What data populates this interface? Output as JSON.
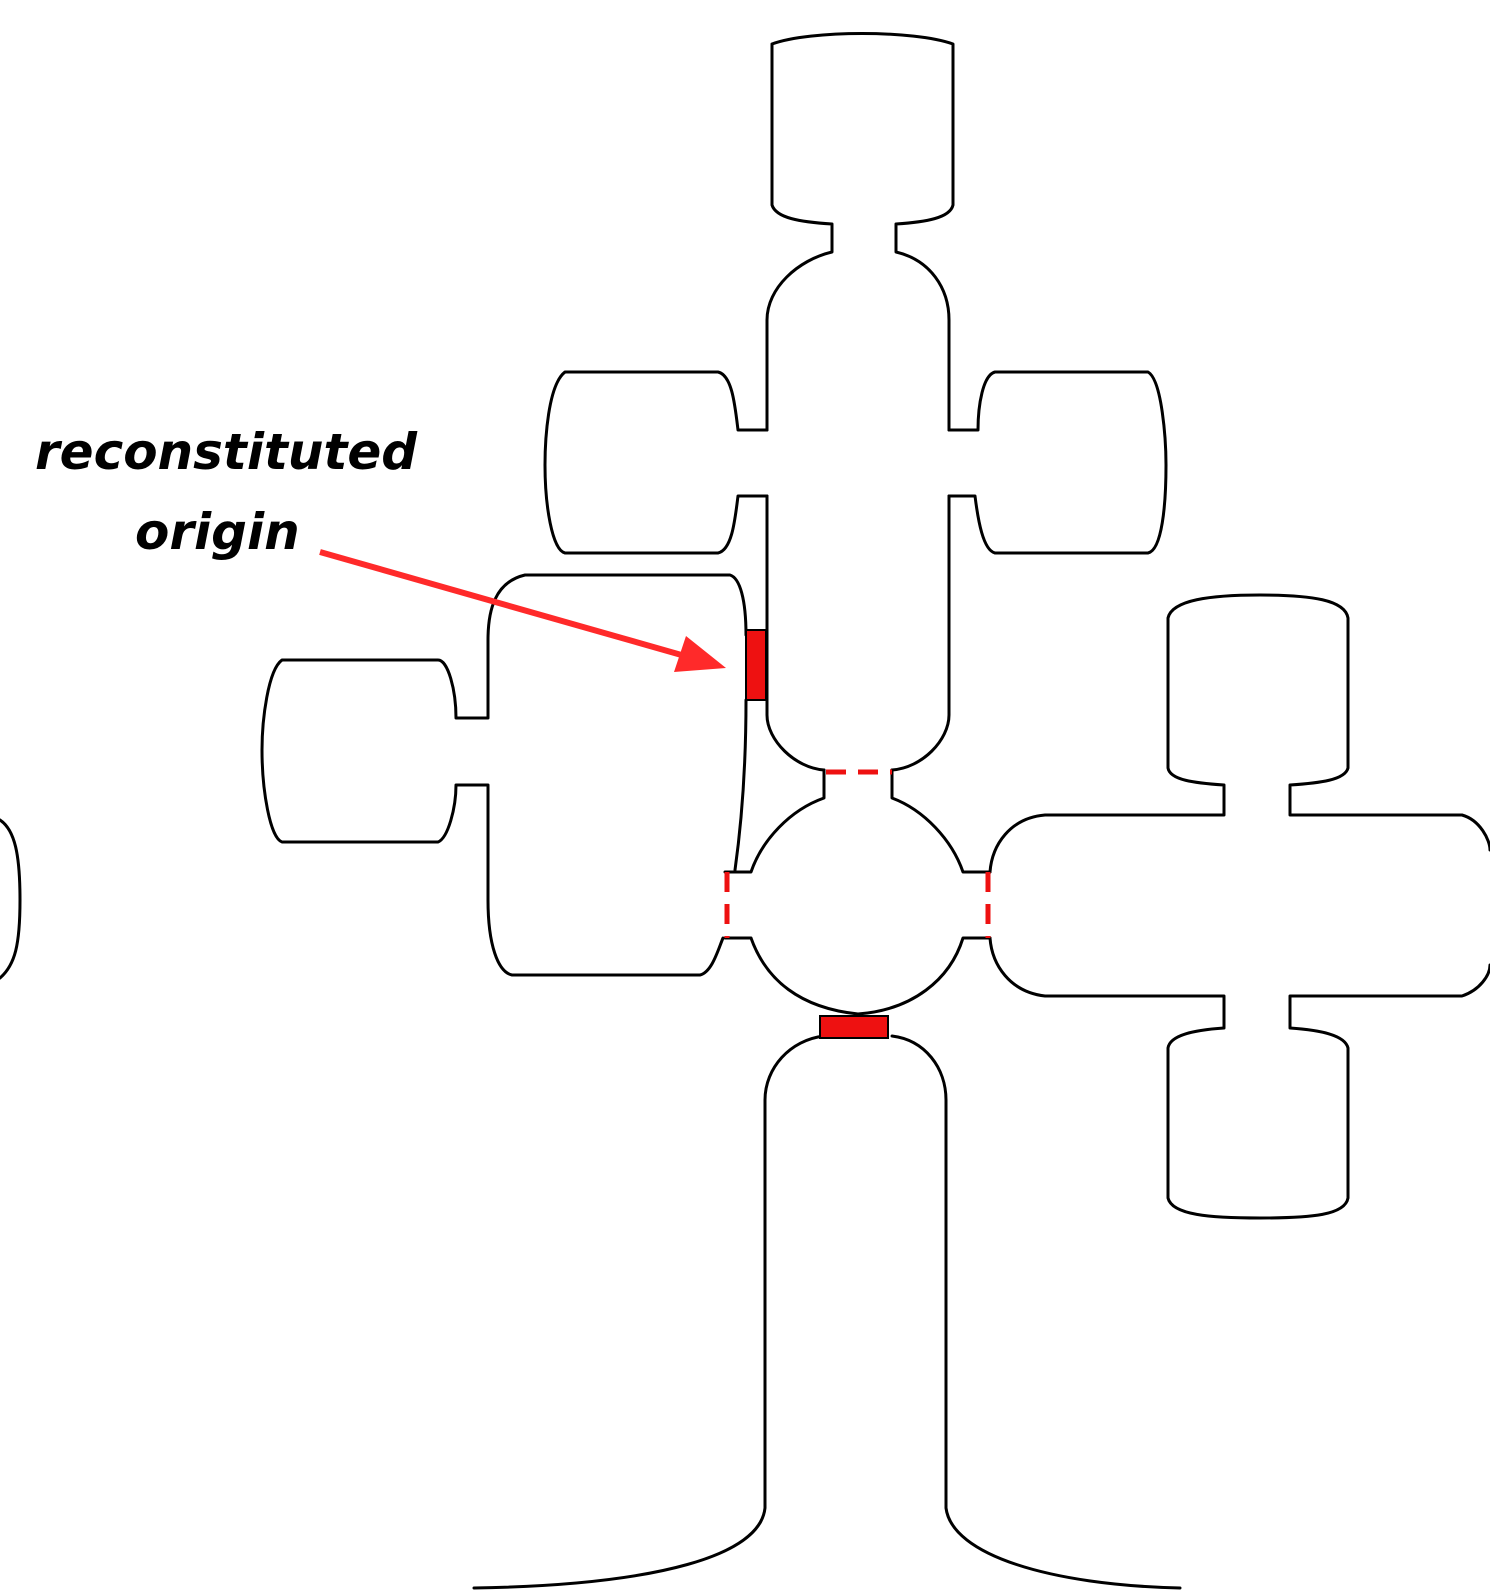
{
  "annotation": {
    "line1": "reconstituted",
    "line2": "origin"
  },
  "colors": {
    "outline": "#000000",
    "origin_marker": "#ee1111",
    "arrow": "#ff2a2a",
    "junction_dashes": "#ee1111"
  },
  "diagram_elements": {
    "arms": [
      "top-arm",
      "top-left-lobe",
      "top-right-lobe",
      "left-arm",
      "left-lobe",
      "right-arm",
      "right-upper-lobe",
      "right-lower-lobe",
      "bottom-stem",
      "far-left-partial-lobe"
    ],
    "junction": "central-circle",
    "markers": [
      "reconstituted-origin-marker",
      "bottom-solid-marker",
      "junction-dashed-gaps"
    ]
  }
}
